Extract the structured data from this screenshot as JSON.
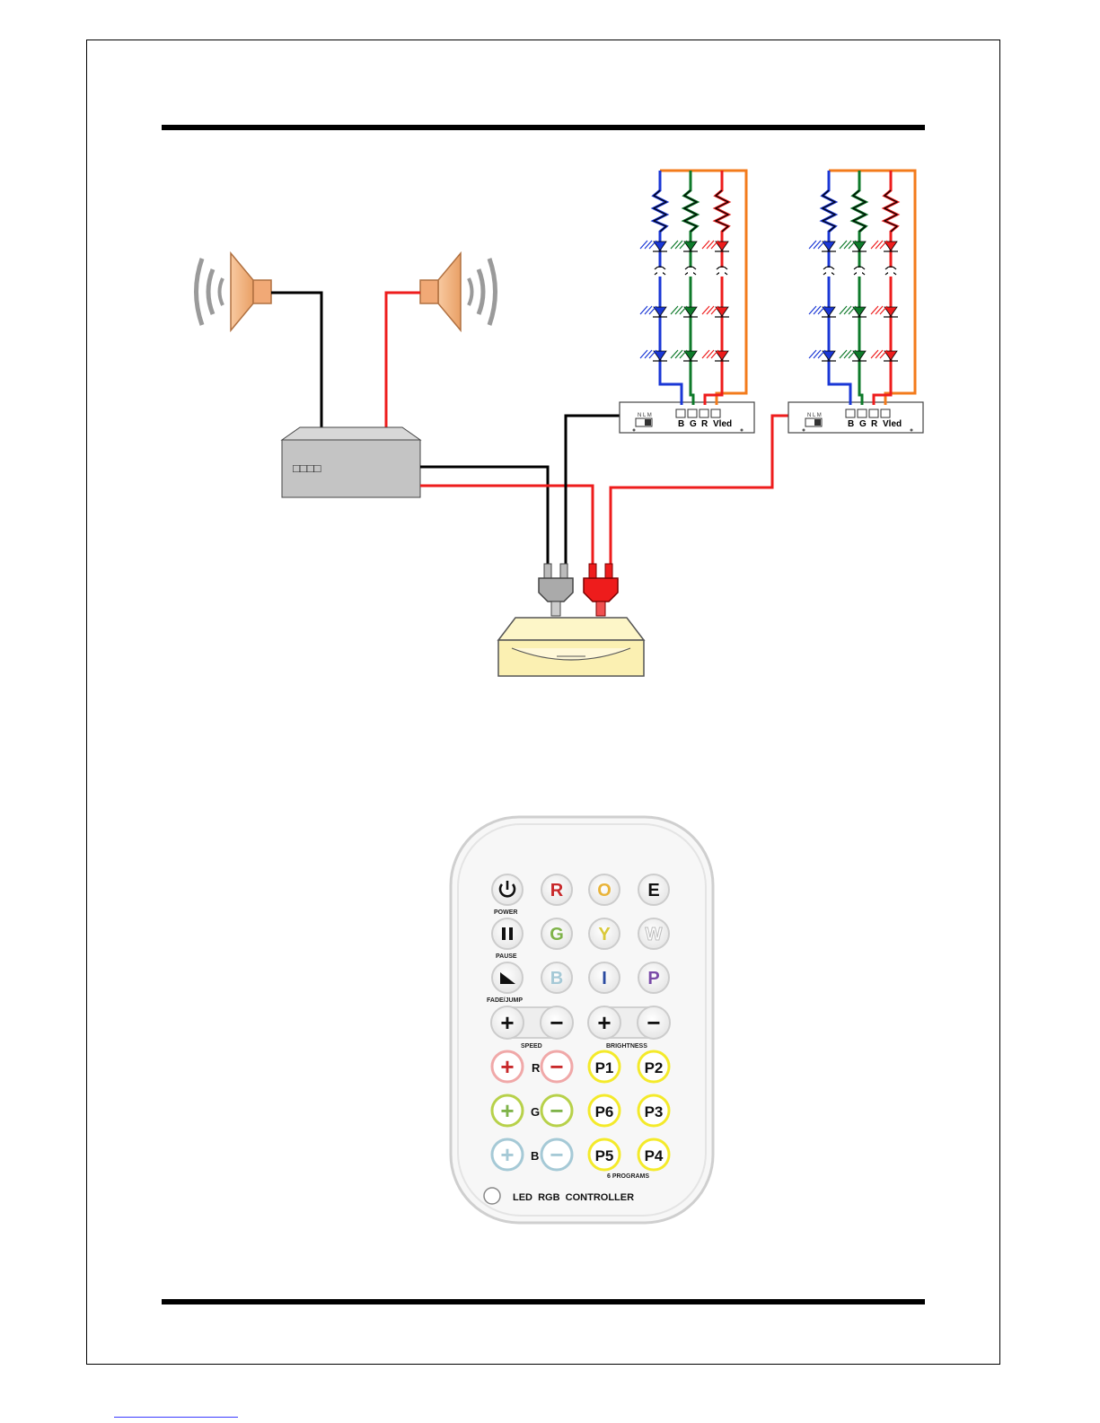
{
  "diagram": {
    "amplifier": {
      "dots": "□□□□"
    },
    "driver_left": {
      "switch_label": "N L M",
      "terminals": [
        "B",
        "G",
        "R",
        "Vled"
      ]
    },
    "driver_right": {
      "switch_label": "N L M",
      "terminals": [
        "B",
        "G",
        "R",
        "Vled"
      ]
    }
  },
  "remote": {
    "row1": [
      "R",
      "O",
      "E"
    ],
    "row2": [
      "G",
      "Y",
      "W"
    ],
    "row3": [
      "B",
      "I",
      "P"
    ],
    "labels": {
      "power": "POWER",
      "pause": "PAUSE",
      "fade_jump": "FADE/JUMP",
      "speed": "SPEED",
      "brightness": "BRIGHTNESS",
      "programs": "6 PROGRAMS",
      "title": "LED  RGB  CONTROLLER"
    },
    "plus": "+",
    "minus": "−",
    "channels": [
      "R",
      "G",
      "B"
    ],
    "programs": [
      [
        "P1",
        "P2"
      ],
      [
        "P6",
        "P3"
      ],
      [
        "P5",
        "P4"
      ]
    ]
  },
  "colors": {
    "blue": "#1a37d6",
    "green": "#0e7a2a",
    "red": "#ee1c1c",
    "orange": "#f37b1b",
    "speaker": "#f5b98c",
    "amp": "#c8c8c8",
    "dvd": "#fdf6c8",
    "remote_red": "#c8282a",
    "remote_orange": "#e9b43a",
    "remote_green": "#7fb34a",
    "remote_yellow": "#d9c93a",
    "remote_blue": "#a5c9d6",
    "remote_indigo": "#2a4aa0",
    "remote_purple": "#7a4aa8",
    "program_yellow": "#f4ea2a"
  }
}
